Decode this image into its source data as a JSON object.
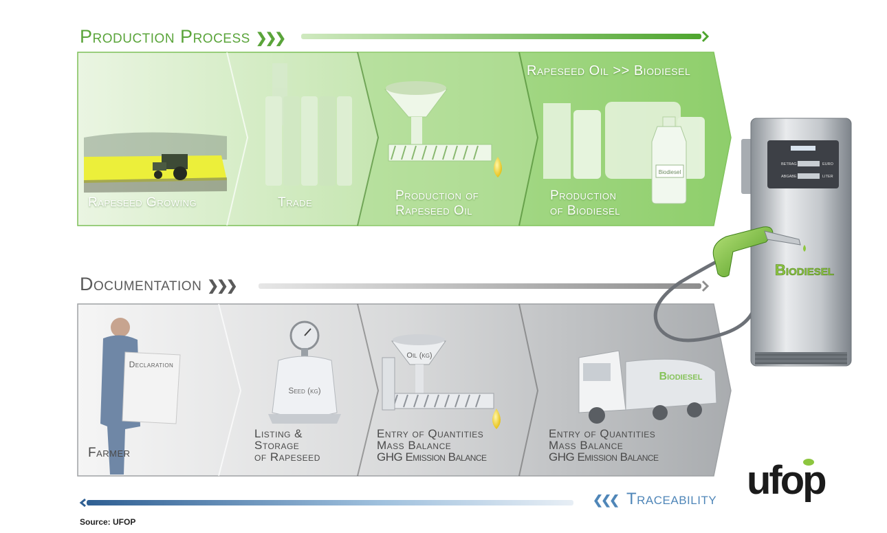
{
  "colors": {
    "green_accent": "#5aa43a",
    "green_band": "#a8d98c",
    "gray_band": "#b9bcbf",
    "trace_blue": "#4f86b8",
    "logo_dark": "#1b1b1b",
    "logo_green": "#8dc63f"
  },
  "production": {
    "heading": "Production Process",
    "arrow_glyph": "❯❯❯",
    "banner": "Rapeseed Oil >> Biodiesel",
    "stages": [
      {
        "lines": [
          "Rapeseed Growing"
        ]
      },
      {
        "lines": [
          "Trade"
        ]
      },
      {
        "lines": [
          "Production of",
          "Rapeseed Oil"
        ]
      },
      {
        "lines": [
          "Production",
          "of Biodiesel"
        ]
      }
    ]
  },
  "documentation": {
    "heading": "Documentation",
    "arrow_glyph": "❯❯❯",
    "stages": [
      {
        "lines": [
          "Farmer"
        ]
      },
      {
        "lines": [
          "Listing &",
          "Storage",
          "of Rapeseed"
        ]
      },
      {
        "lines": [
          "Entry of Quantities",
          "Mass Balance",
          "GHG Emission Balance"
        ]
      },
      {
        "lines": [
          "Entry of Quantities",
          "Mass Balance",
          "GHG Emission Balance"
        ]
      }
    ],
    "declaration_label": "Declaration",
    "seed_label": "Seed (kg)",
    "oil_label": "Oil (kg)",
    "truck_label": "Biodiesel"
  },
  "bottle_label": "Biodiesel",
  "pump": {
    "brand": "Biodiesel",
    "row1_left": "BETRAG",
    "row1_right": "EURO",
    "row2_left": "ABGABE",
    "row2_right": "LITER"
  },
  "traceability": {
    "label": "Traceability",
    "arrow_glyph": "❮❮❮"
  },
  "source": "Source: UFOP",
  "logo": {
    "text": "ufop"
  }
}
